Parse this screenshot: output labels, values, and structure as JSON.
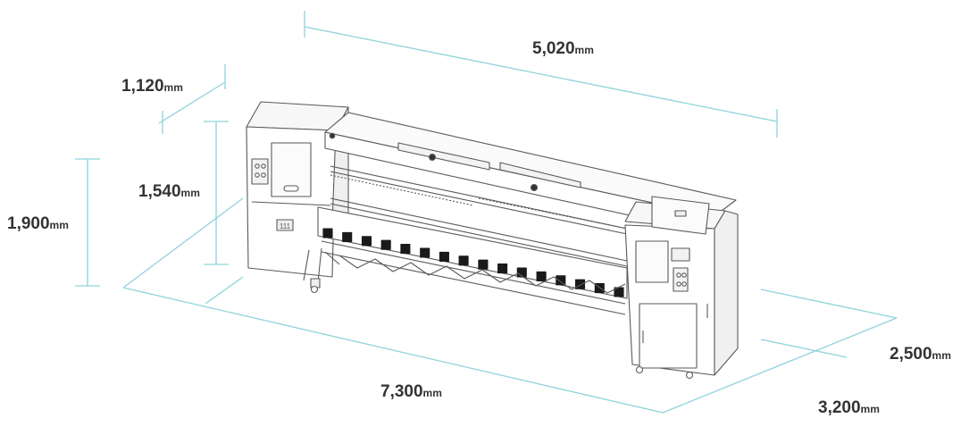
{
  "colors": {
    "dimension_line": "#8fd3db",
    "outline": "#5a5a5a",
    "panel_fill": "#f7f7f7",
    "label_text": "#333333"
  },
  "dimensions": {
    "machine_length": {
      "value": "5,020",
      "unit": "mm"
    },
    "machine_depth": {
      "value": "1,120",
      "unit": "mm"
    },
    "print_height": {
      "value": "1,540",
      "unit": "mm"
    },
    "total_height": {
      "value": "1,900",
      "unit": "mm"
    },
    "floor_length": {
      "value": "7,300",
      "unit": "mm"
    },
    "floor_width_a": {
      "value": "2,500",
      "unit": "mm"
    },
    "floor_width_b": {
      "value": "3,200",
      "unit": "mm"
    }
  },
  "machine": {
    "display_text": "111",
    "print_head_slots": 16
  }
}
